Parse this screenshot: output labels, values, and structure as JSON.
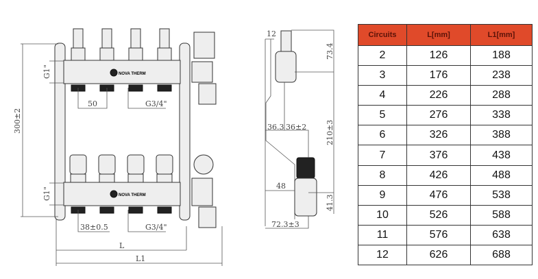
{
  "front_view": {
    "height_dim": "300±2",
    "inlet_top": "G1\"",
    "inlet_bottom": "G1\"",
    "spacing_top": "50",
    "thread_top": "G3/4\"",
    "spacing_bottom": "38±0.5",
    "thread_bottom": "G3/4\"",
    "length_L": "L",
    "length_L1": "L1",
    "logo_text": "NOVA THERM"
  },
  "side_view": {
    "dim_12": "12",
    "dim_73_4": "73.4",
    "dim_36_3": "36.3",
    "dim_36": "36±2",
    "dim_210": "210±3",
    "dim_48": "48",
    "dim_41_3": "41.3",
    "dim_72_3": "72.3±3"
  },
  "table": {
    "headers": [
      "Circuits",
      "L[mm]",
      "L1[mm]"
    ],
    "rows": [
      [
        "2",
        "126",
        "188"
      ],
      [
        "3",
        "176",
        "238"
      ],
      [
        "4",
        "226",
        "288"
      ],
      [
        "5",
        "276",
        "338"
      ],
      [
        "6",
        "326",
        "388"
      ],
      [
        "7",
        "376",
        "438"
      ],
      [
        "8",
        "426",
        "488"
      ],
      [
        "9",
        "476",
        "538"
      ],
      [
        "10",
        "526",
        "588"
      ],
      [
        "11",
        "576",
        "638"
      ],
      [
        "12",
        "626",
        "688"
      ]
    ]
  }
}
